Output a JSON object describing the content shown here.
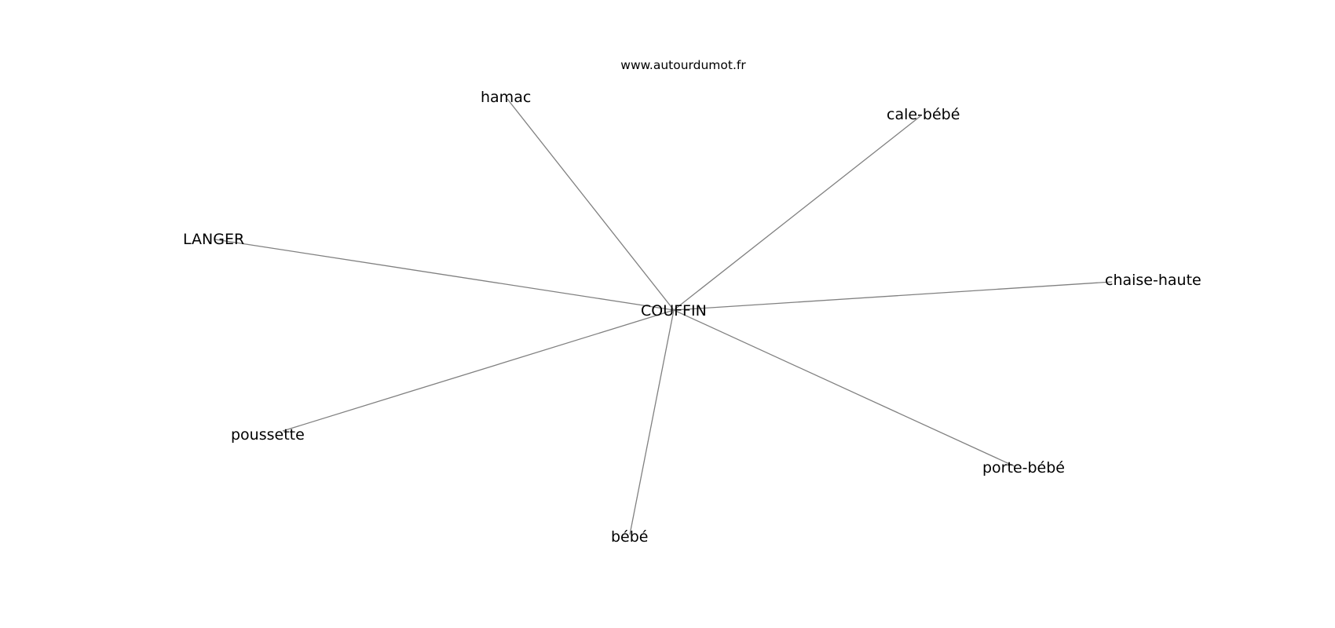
{
  "source": "www.autourdumot.fr",
  "center": {
    "label": "COUFFIN"
  },
  "nodes": [
    {
      "id": "hamac",
      "label": "hamac"
    },
    {
      "id": "cale-bebe",
      "label": "cale-bébé"
    },
    {
      "id": "langer",
      "label": "LANGER"
    },
    {
      "id": "chaise-haute",
      "label": "chaise-haute"
    },
    {
      "id": "poussette",
      "label": "poussette"
    },
    {
      "id": "porte-bebe",
      "label": "porte-bébé"
    },
    {
      "id": "bebe",
      "label": "bébé"
    }
  ],
  "colors": {
    "edge": "#808080",
    "text": "#000000",
    "background": "#ffffff"
  }
}
